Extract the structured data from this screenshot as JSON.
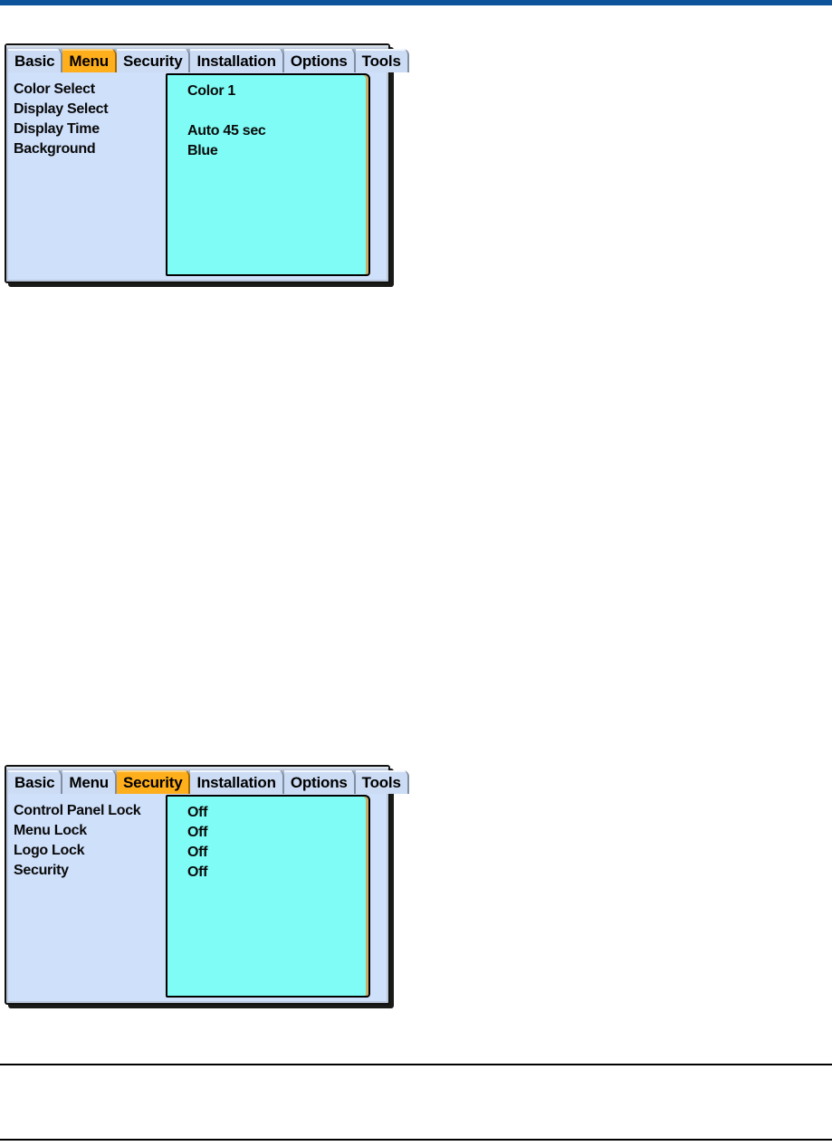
{
  "page": {
    "top_bar_color": "#0d539b",
    "rule_color": "#000000"
  },
  "theme": {
    "tab_active_bg": "#ffae1c",
    "tab_bg": "#ccdcf4",
    "tab_strip_bg": "#a9b8cc",
    "panel_bg": "#cfe0fb",
    "value_box_bg": "#7efcf5",
    "frame_border": "#11110f",
    "text_color": "#0a0a0a"
  },
  "panels": [
    {
      "id": "menu-panel",
      "tabs": [
        {
          "label": "Basic",
          "active": false
        },
        {
          "label": "Menu",
          "active": true
        },
        {
          "label": "Security",
          "active": false
        },
        {
          "label": "Installation",
          "active": false
        },
        {
          "label": "Options",
          "active": false
        },
        {
          "label": "Tools",
          "active": false
        }
      ],
      "rows": [
        {
          "label": "Color Select",
          "value": "Color 1"
        },
        {
          "label": "Display Select",
          "value": ""
        },
        {
          "label": "Display Time",
          "value": "Auto 45 sec"
        },
        {
          "label": "Background",
          "value": "Blue"
        }
      ]
    },
    {
      "id": "security-panel",
      "tabs": [
        {
          "label": "Basic",
          "active": false
        },
        {
          "label": "Menu",
          "active": false
        },
        {
          "label": "Security",
          "active": true
        },
        {
          "label": "Installation",
          "active": false
        },
        {
          "label": "Options",
          "active": false
        },
        {
          "label": "Tools",
          "active": false
        }
      ],
      "rows": [
        {
          "label": "Control Panel Lock",
          "value": "Off"
        },
        {
          "label": "Menu Lock",
          "value": "Off"
        },
        {
          "label": "Logo Lock",
          "value": "Off"
        },
        {
          "label": "Security",
          "value": "Off"
        }
      ]
    }
  ]
}
